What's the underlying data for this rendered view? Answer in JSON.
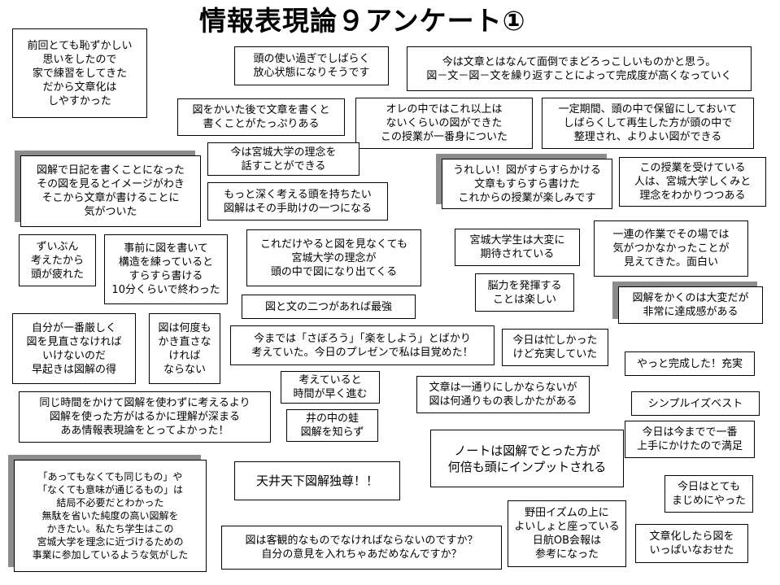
{
  "title": "情報表現論９アンケート①",
  "notes": [
    "前回とても恥ずかしい\n思いをしたので\n家で練習をしてきた\nだから文章化は\nしやすかった",
    "頭の使い過ぎでしばらく\n放心状態になりそうです",
    "今は文章とはなんて面倒でまどろっこしいものかと思う。\n図－文－図－文を繰り返すことによって完成度が高くなっていく",
    "図をかいた後で文章を書くと\n書くことがたっぷりある",
    "オレの中ではこれ以上は\nないくらいの図ができた\nこの授業が一番身についた",
    "一定期間、頭の中で保留にしておいて\nしばらくして再生した方が頭の中で\n整理され、よりよい図ができる",
    "今は宮城大学の理念を\n話すことができる",
    "図解で日記を書くことになった\nその図を見るとイメージがわき\nそこから文章が書けることに\n気がついた",
    "うれしい！図がすらすらかける\n文章もすらすら書けた\nこれからの授業が楽しみです",
    "この授業を受けている\n人は、宮城大学しくみと\n理念をわかりつつある",
    "もっと深く考える頭を持ちたい\n図解はその手助けの一つになる",
    "ずいぶん\n考えたから\n頭が疲れた",
    "事前に図を書いて\n構造を練っていると\nすらすら書ける\n10分くらいで終わった",
    "これだけやると図を見なくても\n宮城大学の理念が\n頭の中で図になり出てくる",
    "宮城大学生は大変に\n期待されている",
    "一連の作業でその場では\n気がつかなかったことが\n見えてきた。面白い",
    "脳力を発揮する\nことは楽しい",
    "図と文の二つがあれば最強",
    "図解をかくのは大変だが\n非常に達成感がある",
    "自分が一番厳しく\n図を見直さなければ\nいけないのだ\n早起きは図解の得",
    "図は何度も\nかき直さな\nければ\nならない",
    "今までは「さぼろう」「楽をしよう」とばかり\n考えていた。今日のプレゼンで私は目覚めた！",
    "今日は忙しかった\nけど充実していた",
    "やっと完成した！充実",
    "考えていると\n時間が早く進む",
    "文章は一通りにしかならないが\n図は何通りもの表しかたがある",
    "同じ時間をかけて図解を使わずに考えるより\n図解を使った方がはるかに理解が深まる\nああ情報表現論をとってよかった！",
    "シンプルイズベスト",
    "井の中の蛙\n図解を知らず",
    "今日は今までで一番\n上手にかけたので満足",
    "ノートは図解でとった方が\n何倍も頭にインプットされる",
    "「あってもなくても同じもの」や\n「なくても意味が通じるもの」は\n結局不必要だとわかった\n無駄を省いた純度の高い図解を\nかきたい。私たち学生はこの\n宮城大学を理念に近づけるための\n事業に参加しているような気がした",
    "天井天下図解独尊！！",
    "今日はとても\nまじめにやった",
    "野田イズムの上に\nよいしょと座っている\n日航OB会報は\n参考になった",
    "図は客観的なものでなければならないのですか？\n自分の意見を入れちゃあだめなんですか？",
    "文章化したら図を\nいっぱいなおせた"
  ]
}
